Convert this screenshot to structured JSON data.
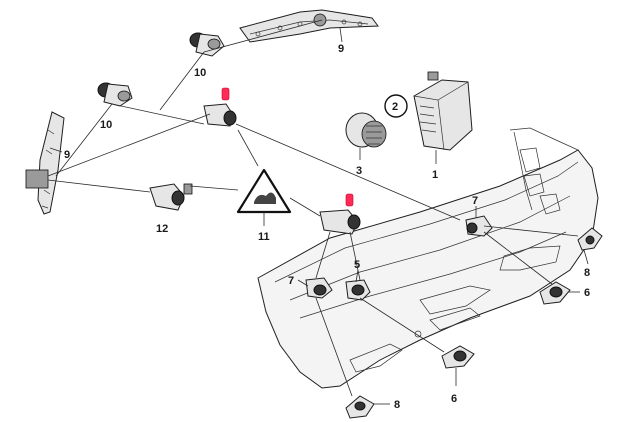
{
  "colors": {
    "line": "#2a2a2a",
    "part_fill": "#e6e6e6",
    "sensor_dark": "#333333",
    "highlight": "#ff2a55"
  },
  "callouts": {
    "c1": "1",
    "c2": "2",
    "c3": "3",
    "c5": "5",
    "c6a": "6",
    "c6b": "6",
    "c7a": "7",
    "c7b": "7",
    "c8a": "8",
    "c8b": "8",
    "c9a": "9",
    "c9b": "9",
    "c10a": "10",
    "c10b": "10",
    "c11": "11",
    "c12": "12"
  },
  "icons": {
    "warning_triangle": "warning-triangle-icon",
    "highlight_marker": "red-highlight-marker"
  }
}
